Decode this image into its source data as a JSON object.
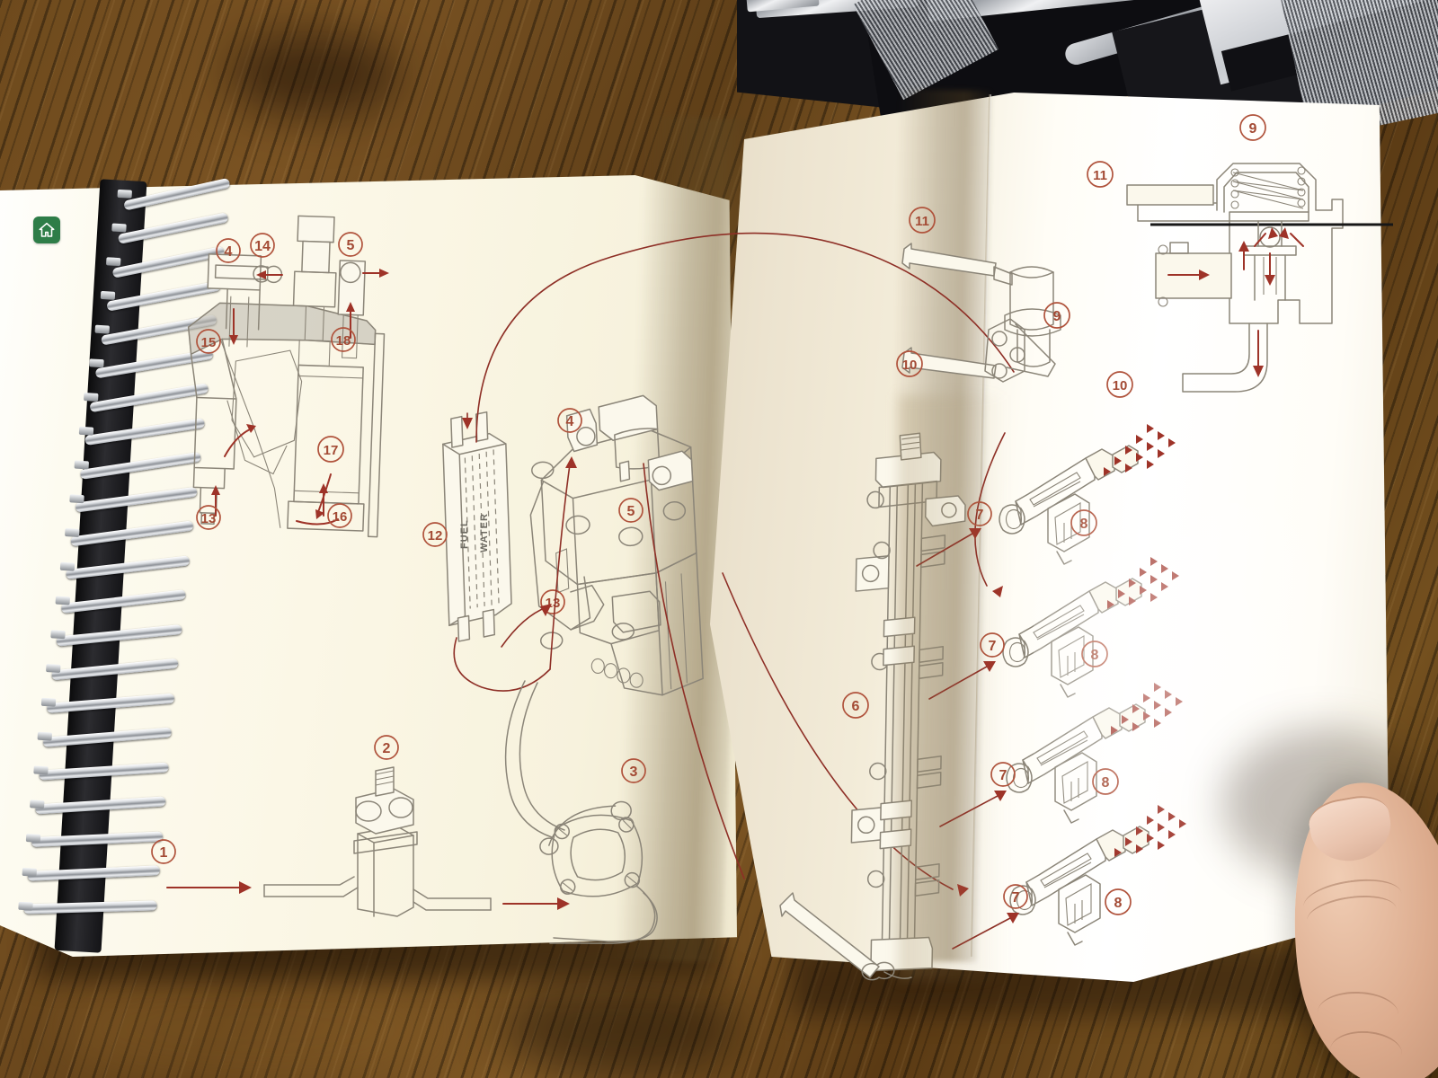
{
  "scene": {
    "description": "Spiral-bound automotive service manual lying open on a dark oak table",
    "surface": "dark stained oak wood grain",
    "paper_color": "#fbf7e6",
    "ink_color": "#8b8578",
    "accent_red": "#9e3328",
    "callout_color": "#a34a34",
    "home_icon_color": "#2e7d48"
  },
  "left_page": {
    "home_icon": "home-icon",
    "diagrams": [
      {
        "name": "in-tank fuel pump module cutaway",
        "callouts": [
          "4",
          "14",
          "5",
          "15",
          "18",
          "17",
          "16",
          "13"
        ]
      },
      {
        "name": "fuel cooler / heat exchanger",
        "callouts": [
          "12"
        ],
        "labels": [
          "FUEL",
          "WATER"
        ]
      },
      {
        "name": "high pressure pump assembly",
        "callouts": [
          "4",
          "5",
          "13"
        ]
      },
      {
        "name": "fuel supply line inlet",
        "callouts": [
          "1"
        ]
      },
      {
        "name": "fuel filter / pressure damper",
        "callouts": [
          "2"
        ]
      },
      {
        "name": "pump mounting flange",
        "callouts": [
          "3"
        ]
      }
    ]
  },
  "right_page": {
    "diagrams": [
      {
        "name": "fuel pressure regulator cutaway",
        "callouts": [
          "9",
          "10",
          "11"
        ]
      },
      {
        "name": "pressure regulator and return lines",
        "callouts": [
          "9",
          "10",
          "11"
        ]
      },
      {
        "name": "fuel rail",
        "callouts": [
          "6"
        ]
      },
      {
        "name": "fuel injectors with spray pattern",
        "callouts": [
          "7",
          "8"
        ],
        "count": 4
      }
    ]
  },
  "callout_labels": {
    "c1": "1",
    "c2": "2",
    "c3": "3",
    "c4": "4",
    "c5": "5",
    "c6": "6",
    "c7": "7",
    "c8": "8",
    "c9": "9",
    "c10": "10",
    "c11": "11",
    "c12": "12",
    "c13": "13",
    "c14": "14",
    "c15": "15",
    "c16": "16",
    "c17": "17",
    "c18": "18"
  },
  "text_labels": {
    "fuel": "FUEL",
    "water": "WATER"
  },
  "background_objects": {
    "machinery": "dark metal tool / machine body with chrome plate at top edge",
    "hand": "thumb holding down the right page at lower right"
  }
}
